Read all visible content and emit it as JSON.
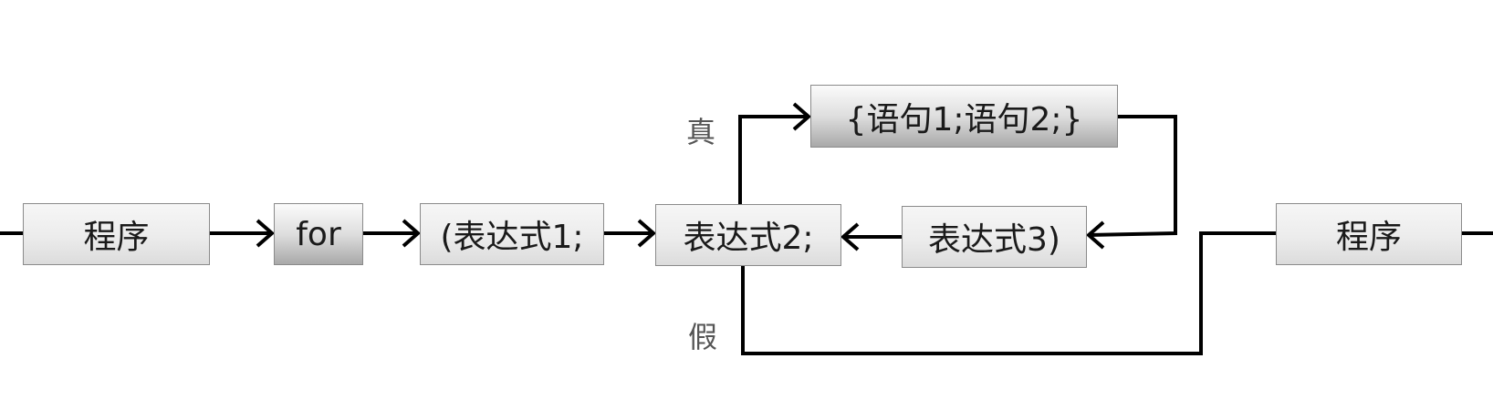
{
  "nodes": {
    "start": "程序",
    "for": "for",
    "expr1": "(表达式1;",
    "expr2": "表达式2;",
    "body": "{语句1;语句2;}",
    "expr3": "表达式3)",
    "end": "程序"
  },
  "labels": {
    "true": "真",
    "false": "假"
  }
}
